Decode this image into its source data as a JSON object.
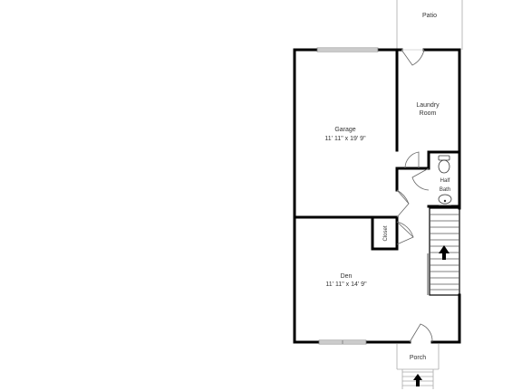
{
  "rooms": {
    "patio": {
      "name": "Patio"
    },
    "garage": {
      "name": "Garage",
      "dims": "11' 11\" x 19' 9\""
    },
    "laundry": {
      "name_line1": "Laundry",
      "name_line2": "Room"
    },
    "half_bath": {
      "name_line1": "Half",
      "name_line2": "Bath"
    },
    "closet": {
      "name": "Closet"
    },
    "den": {
      "name": "Den",
      "dims": "11' 11\" x 14' 9\""
    },
    "porch": {
      "name": "Porch"
    }
  },
  "colors": {
    "wall": "#000000",
    "thin_line": "#aaaaaa",
    "background": "#ffffff"
  },
  "icons": [
    "up-arrow-icon",
    "toilet-icon",
    "sink-icon",
    "door-swing-icon",
    "window-icon"
  ]
}
